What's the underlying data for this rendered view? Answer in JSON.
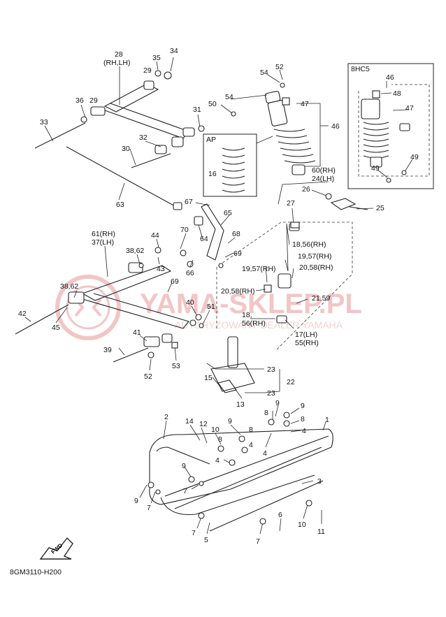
{
  "diagram": {
    "code": "8GM3110-H200",
    "fwd_label": "FWD",
    "watermark": {
      "main": "YAMA-SKLEP.PL",
      "sub": "AUTORYZOWANY DEALER YAMAHA"
    },
    "inset_8hc5": {
      "title": "8HC5"
    },
    "inset_ap": {
      "title": "AP"
    },
    "labels": [
      {
        "id": "28",
        "text": "28"
      },
      {
        "id": "rhlh",
        "text": "(RH,LH)"
      },
      {
        "id": "35",
        "text": "35"
      },
      {
        "id": "34",
        "text": "34"
      },
      {
        "id": "29a",
        "text": "29"
      },
      {
        "id": "29b",
        "text": "29"
      },
      {
        "id": "36",
        "text": "36"
      },
      {
        "id": "33",
        "text": "33"
      },
      {
        "id": "31",
        "text": "31"
      },
      {
        "id": "32",
        "text": "32"
      },
      {
        "id": "30",
        "text": "30"
      },
      {
        "id": "63",
        "text": "63"
      },
      {
        "id": "54a",
        "text": "54"
      },
      {
        "id": "52a",
        "text": "52"
      },
      {
        "id": "50",
        "text": "50"
      },
      {
        "id": "54b",
        "text": "54"
      },
      {
        "id": "47a",
        "text": "47"
      },
      {
        "id": "46a",
        "text": "46"
      },
      {
        "id": "16",
        "text": "16"
      },
      {
        "id": "46b",
        "text": "46"
      },
      {
        "id": "48",
        "text": "48"
      },
      {
        "id": "47b",
        "text": "47"
      },
      {
        "id": "49a",
        "text": "49"
      },
      {
        "id": "49b",
        "text": "49"
      },
      {
        "id": "60rh",
        "text": "60(RH)"
      },
      {
        "id": "24lh",
        "text": "24(LH)"
      },
      {
        "id": "26",
        "text": "26"
      },
      {
        "id": "25",
        "text": "25"
      },
      {
        "id": "27",
        "text": "27"
      },
      {
        "id": "67",
        "text": "67"
      },
      {
        "id": "65",
        "text": "65"
      },
      {
        "id": "64",
        "text": "64"
      },
      {
        "id": "68",
        "text": "68"
      },
      {
        "id": "69a",
        "text": "69"
      },
      {
        "id": "70",
        "text": "70"
      },
      {
        "id": "66",
        "text": "66"
      },
      {
        "id": "69b",
        "text": "69"
      },
      {
        "id": "61rh",
        "text": "61(RH)"
      },
      {
        "id": "37lh",
        "text": "37(LH)"
      },
      {
        "id": "44",
        "text": "44"
      },
      {
        "id": "3862a",
        "text": "38,62"
      },
      {
        "id": "43",
        "text": "43"
      },
      {
        "id": "3862b",
        "text": "38,62"
      },
      {
        "id": "42",
        "text": "42"
      },
      {
        "id": "45",
        "text": "45"
      },
      {
        "id": "40",
        "text": "40"
      },
      {
        "id": "51",
        "text": "51"
      },
      {
        "id": "41",
        "text": "41"
      },
      {
        "id": "39",
        "text": "39"
      },
      {
        "id": "52b",
        "text": "52"
      },
      {
        "id": "53",
        "text": "53"
      },
      {
        "id": "1856rh",
        "text": "18,56(RH)"
      },
      {
        "id": "1957rha",
        "text": "19,57(RH)"
      },
      {
        "id": "1957rhb",
        "text": "19,57(RH)"
      },
      {
        "id": "2058rha",
        "text": "20,58(RH)"
      },
      {
        "id": "2058rhb",
        "text": "20,58(RH)"
      },
      {
        "id": "2159",
        "text": "21,59"
      },
      {
        "id": "18b",
        "text": "18,"
      },
      {
        "id": "56rh",
        "text": "56(RH)"
      },
      {
        "id": "17lh",
        "text": "17(LH)"
      },
      {
        "id": "55rh",
        "text": "55(RH)"
      },
      {
        "id": "23a",
        "text": "23"
      },
      {
        "id": "22",
        "text": "22"
      },
      {
        "id": "23b",
        "text": "23"
      },
      {
        "id": "15",
        "text": "15"
      },
      {
        "id": "13",
        "text": "13"
      },
      {
        "id": "2",
        "text": "2"
      },
      {
        "id": "14",
        "text": "14"
      },
      {
        "id": "12",
        "text": "12"
      },
      {
        "id": "10a",
        "text": "10"
      },
      {
        "id": "9a",
        "text": "9"
      },
      {
        "id": "8a",
        "text": "8"
      },
      {
        "id": "8b",
        "text": "8"
      },
      {
        "id": "4a",
        "text": "4"
      },
      {
        "id": "4b",
        "text": "4"
      },
      {
        "id": "8c",
        "text": "8"
      },
      {
        "id": "9b",
        "text": "9"
      },
      {
        "id": "9c",
        "text": "9"
      },
      {
        "id": "8d",
        "text": "8"
      },
      {
        "id": "4c",
        "text": "4"
      },
      {
        "id": "1",
        "text": "1"
      },
      {
        "id": "4d",
        "text": "4"
      },
      {
        "id": "9d",
        "text": "9"
      },
      {
        "id": "7a",
        "text": "7"
      },
      {
        "id": "9e",
        "text": "9"
      },
      {
        "id": "7b",
        "text": "7"
      },
      {
        "id": "3",
        "text": "3"
      },
      {
        "id": "7c",
        "text": "7"
      },
      {
        "id": "5",
        "text": "5"
      },
      {
        "id": "6",
        "text": "6"
      },
      {
        "id": "7d",
        "text": "7"
      },
      {
        "id": "10b",
        "text": "10"
      },
      {
        "id": "11",
        "text": "11"
      }
    ]
  }
}
